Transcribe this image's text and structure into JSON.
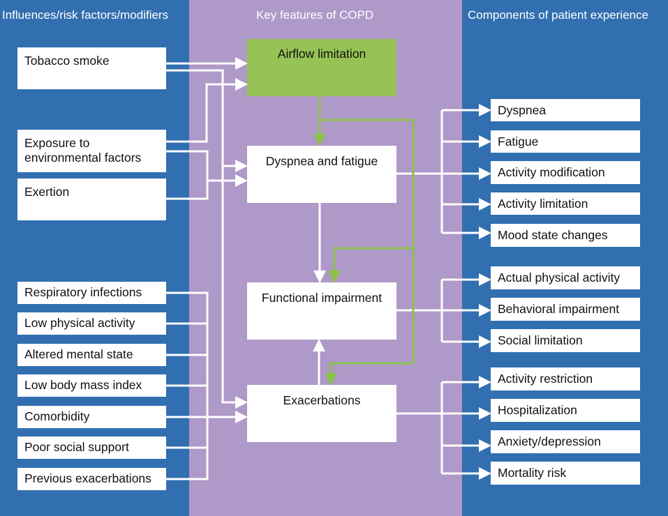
{
  "columns": {
    "left_title": "Influences/risk factors/modifiers",
    "middle_title": "Key features of COPD",
    "right_title": "Components of patient experience"
  },
  "colors": {
    "side_panel": "#316fb0",
    "middle_panel": "#af99c8",
    "highlight_box": "#97c255",
    "green_arrows": "#8bc04a",
    "white_arrows": "#ffffff"
  },
  "influences": {
    "top_group": [
      "Tobacco smoke",
      "Exposure to environmental factors",
      "Exertion"
    ],
    "bottom_group": [
      "Respiratory infections",
      "Low physical activity",
      "Altered mental state",
      "Low body mass index",
      "Comorbidity",
      "Poor social support",
      "Previous exacerbations"
    ]
  },
  "features": [
    {
      "label": "Airflow limitation",
      "highlighted": true
    },
    {
      "label": "Dyspnea and fatigue",
      "highlighted": false
    },
    {
      "label": "Functional impairment",
      "highlighted": false
    },
    {
      "label": "Exacerbations",
      "highlighted": false
    }
  ],
  "experience": {
    "dyspnea_and_fatigue": [
      "Dyspnea",
      "Fatigue",
      "Activity modification",
      "Activity limitation",
      "Mood state changes"
    ],
    "functional_impairment": [
      "Actual physical activity",
      "Behavioral impairment",
      "Social limitation"
    ],
    "exacerbations": [
      "Activity restriction",
      "Hospitalization",
      "Anxiety/depression",
      "Mortality risk"
    ]
  }
}
